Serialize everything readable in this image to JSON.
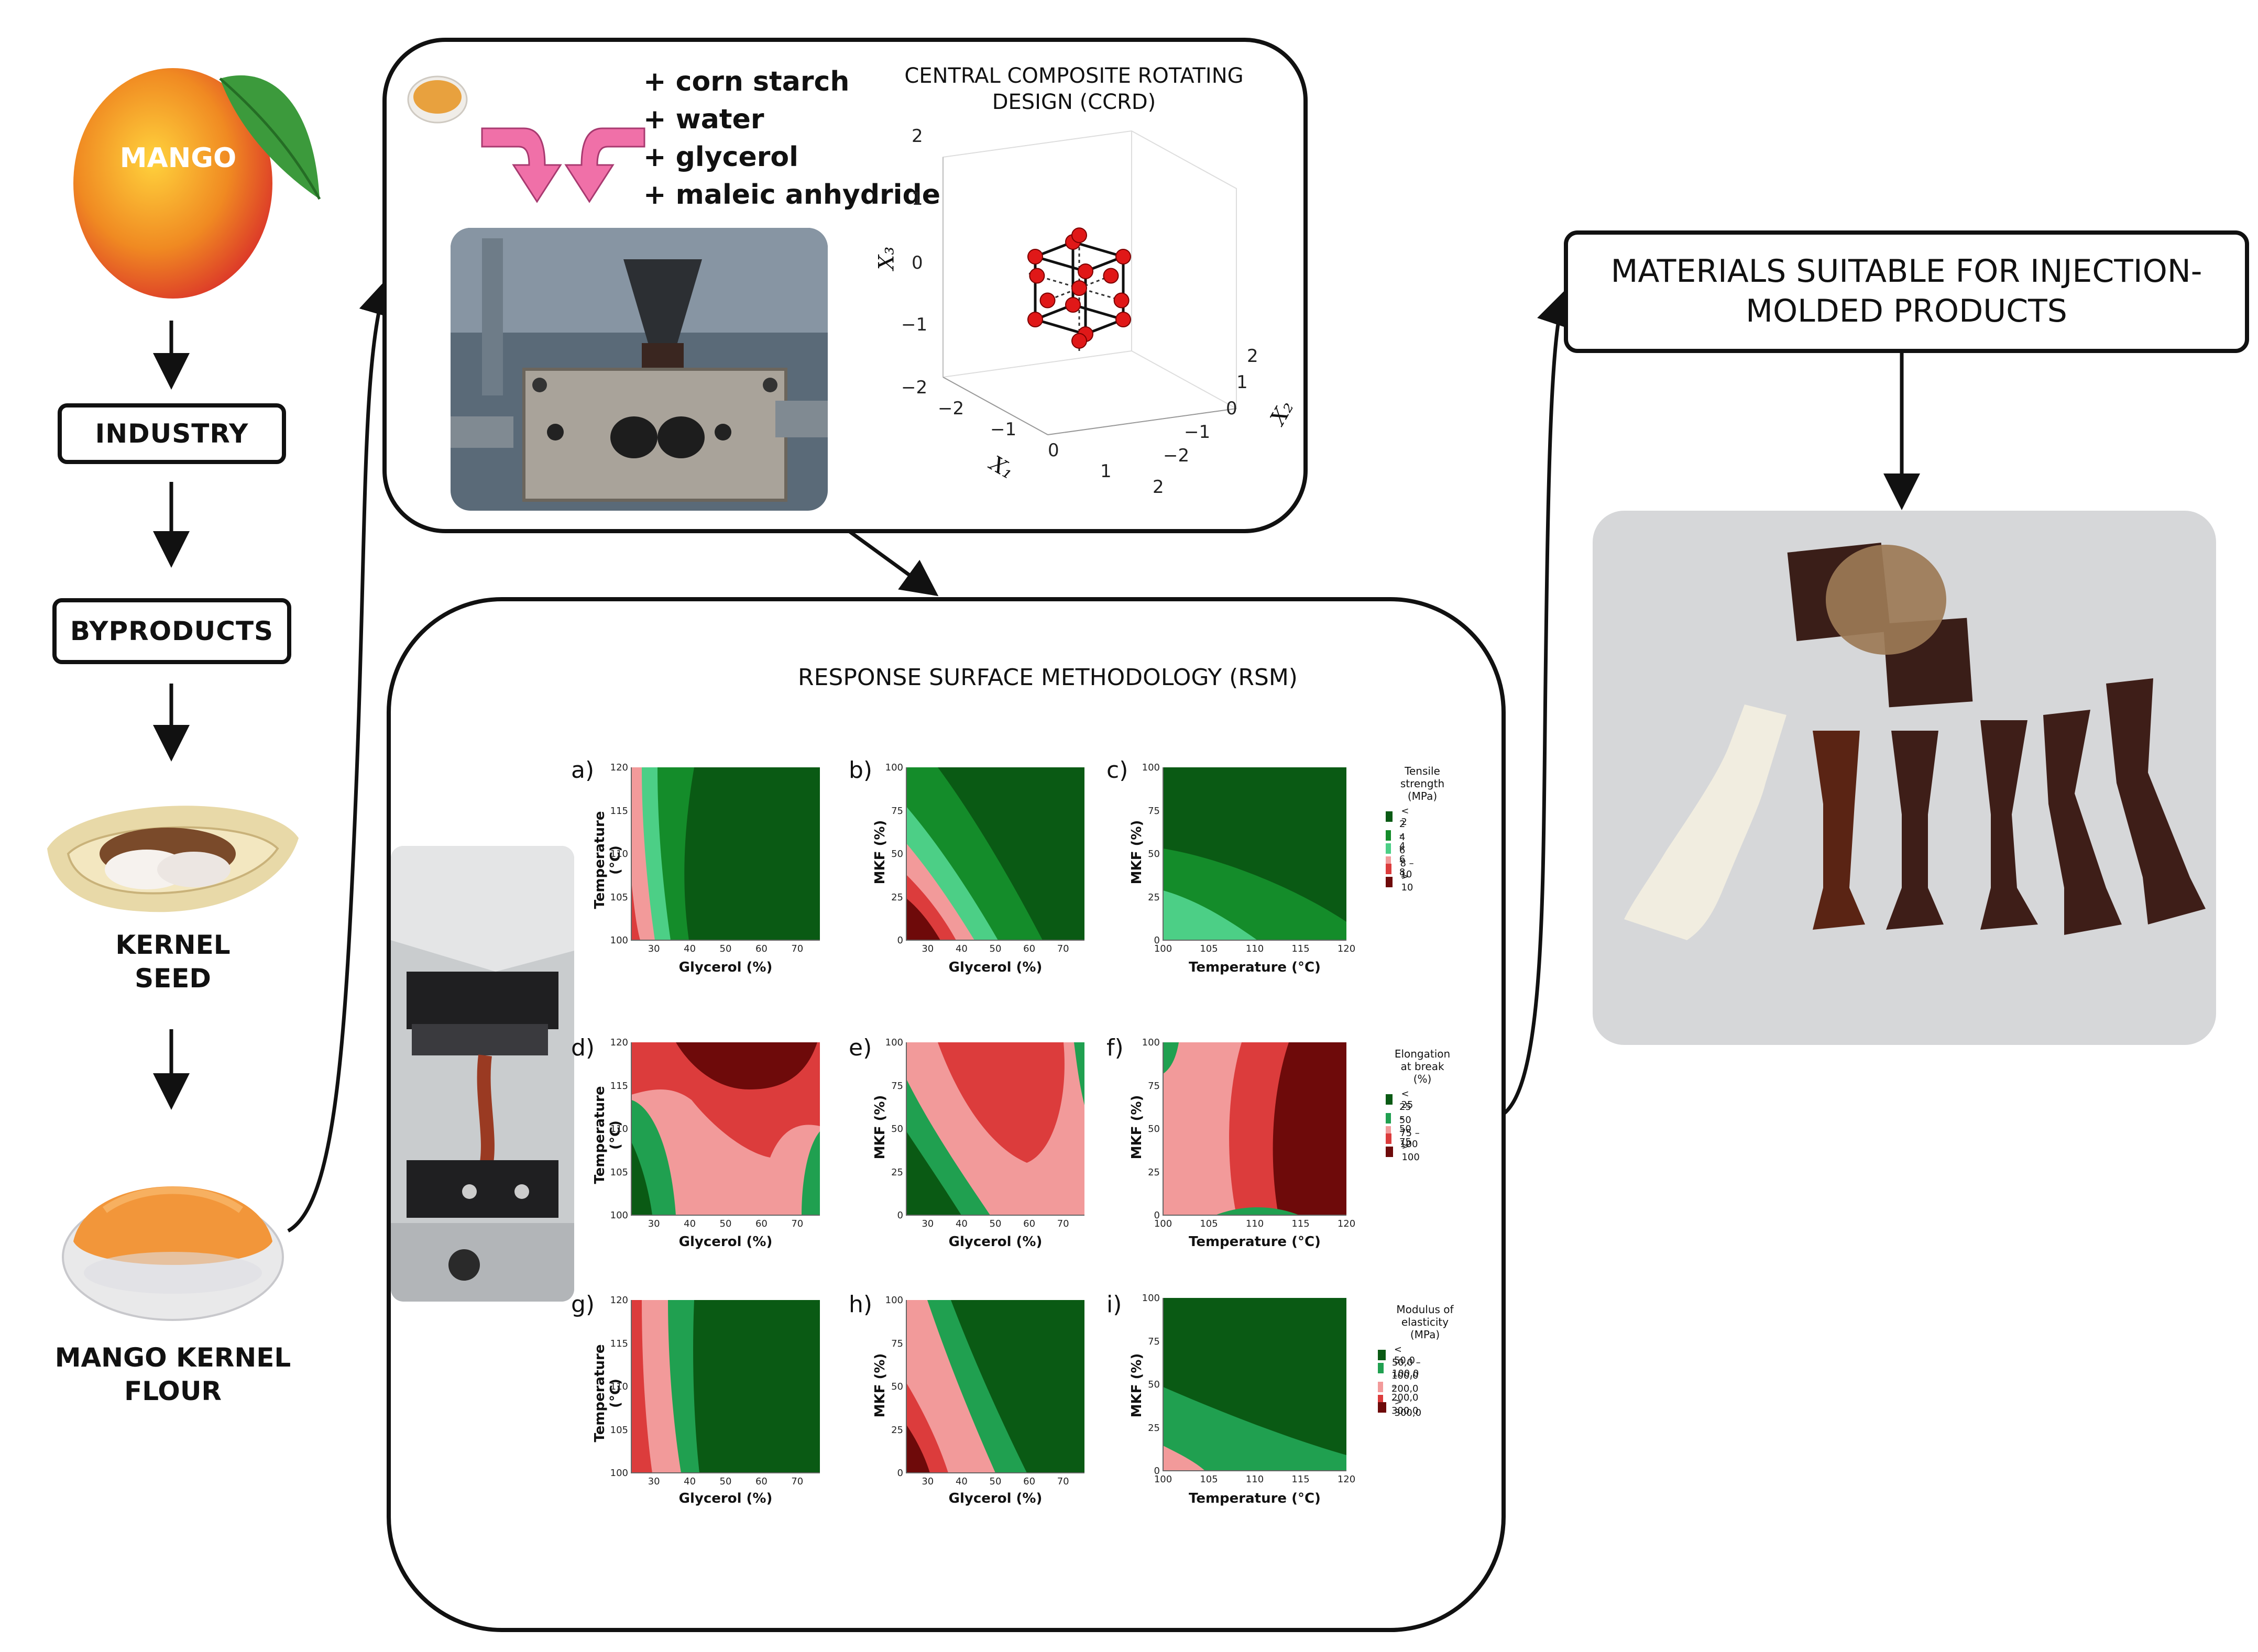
{
  "left_flow": {
    "mango_label": "MANGO",
    "industry_label": "INDUSTRY",
    "byproducts_label": "BYPRODUCTS",
    "kernel_label_line1": "KERNEL",
    "kernel_label_line2": "SEED",
    "flour_label": "MANGO KERNEL FLOUR"
  },
  "extrusion_panel": {
    "ingredients": [
      "+ corn starch",
      "+ water",
      "+ glycerol",
      "+ maleic anhydride"
    ],
    "ccrd_title_line1": "CENTRAL COMPOSITE ROTATING",
    "ccrd_title_line2": "DESIGN (CCRD)",
    "ccrd_axes": {
      "x1": "X₁",
      "x2": "X₂",
      "x3": "X₃",
      "x3_ticks": [
        "2",
        "1",
        "0",
        "−1",
        "−2"
      ],
      "x1_ticks": [
        "−2",
        "−1",
        "0",
        "1",
        "2"
      ],
      "x2_ticks": [
        "2",
        "1",
        "0",
        "−1",
        "−2"
      ]
    }
  },
  "rsm_panel": {
    "title": "RESPONSE SURFACE METHODOLOGY (RSM)",
    "plot_letters": [
      "a)",
      "b)",
      "c)",
      "d)",
      "e)",
      "f)",
      "g)",
      "h)",
      "i)"
    ],
    "axis_labels": {
      "temperature_y": "Temperature (°C)",
      "mkf_y": "MKF (%)",
      "glycerol_x": "Glycerol (%)",
      "temperature_x": "Temperature (°C)"
    },
    "ticks": {
      "glycerol": [
        "30",
        "40",
        "50",
        "60",
        "70"
      ],
      "temperature_x": [
        "100",
        "105",
        "110",
        "115",
        "120"
      ],
      "temperature_y": [
        "120",
        "115",
        "110",
        "105",
        "100"
      ],
      "mkf_y": [
        "100",
        "75",
        "50",
        "25",
        "0"
      ]
    },
    "legends": [
      {
        "title_lines": [
          "Tensile",
          "strength",
          "(MPa)"
        ],
        "rows": [
          {
            "color": "#0a5a14",
            "text": "<  2"
          },
          {
            "color": "#148c2a",
            "text": "2  –  4"
          },
          {
            "color": "#4ccf86",
            "text": "4  –  6"
          },
          {
            "color": "#f29a9a",
            "text": "6  –  8"
          },
          {
            "color": "#dc3c3c",
            "text": "8  –  10"
          },
          {
            "color": "#6e0a0a",
            "text": ">  10"
          }
        ]
      },
      {
        "title_lines": [
          "Elongation",
          "at break",
          "(%)"
        ],
        "rows": [
          {
            "color": "#0a5a14",
            "text": "<  25"
          },
          {
            "color": "#20a050",
            "text": "25  –  50"
          },
          {
            "color": "#f29a9a",
            "text": "50  –  75"
          },
          {
            "color": "#dc3c3c",
            "text": "75  –  100"
          },
          {
            "color": "#6e0a0a",
            "text": ">  100"
          }
        ]
      },
      {
        "title_lines": [
          "Modulus of",
          "elasticity",
          "(MPa)"
        ],
        "rows": [
          {
            "color": "#0a5a14",
            "text": "<  50,0"
          },
          {
            "color": "#20a050",
            "text": "50,0  –  100,0"
          },
          {
            "color": "#f29a9a",
            "text": "100,0  –  200,0"
          },
          {
            "color": "#dc3c3c",
            "text": "200,0  –  300,0"
          },
          {
            "color": "#6e0a0a",
            "text": ">  300,0"
          }
        ]
      }
    ]
  },
  "right_panel": {
    "result_line1": "MATERIALS SUITABLE FOR INJECTION-",
    "result_line2": "MOLDED PRODUCTS"
  },
  "colors": {
    "dark_green": "#0a5a14",
    "green": "#148c2a",
    "light_green": "#4ccf86",
    "pink": "#f29a9a",
    "red": "#dc3c3c",
    "dark_red": "#6e0a0a",
    "mango_orange": "#e88a2a",
    "arrow_pink": "#f070a8"
  }
}
